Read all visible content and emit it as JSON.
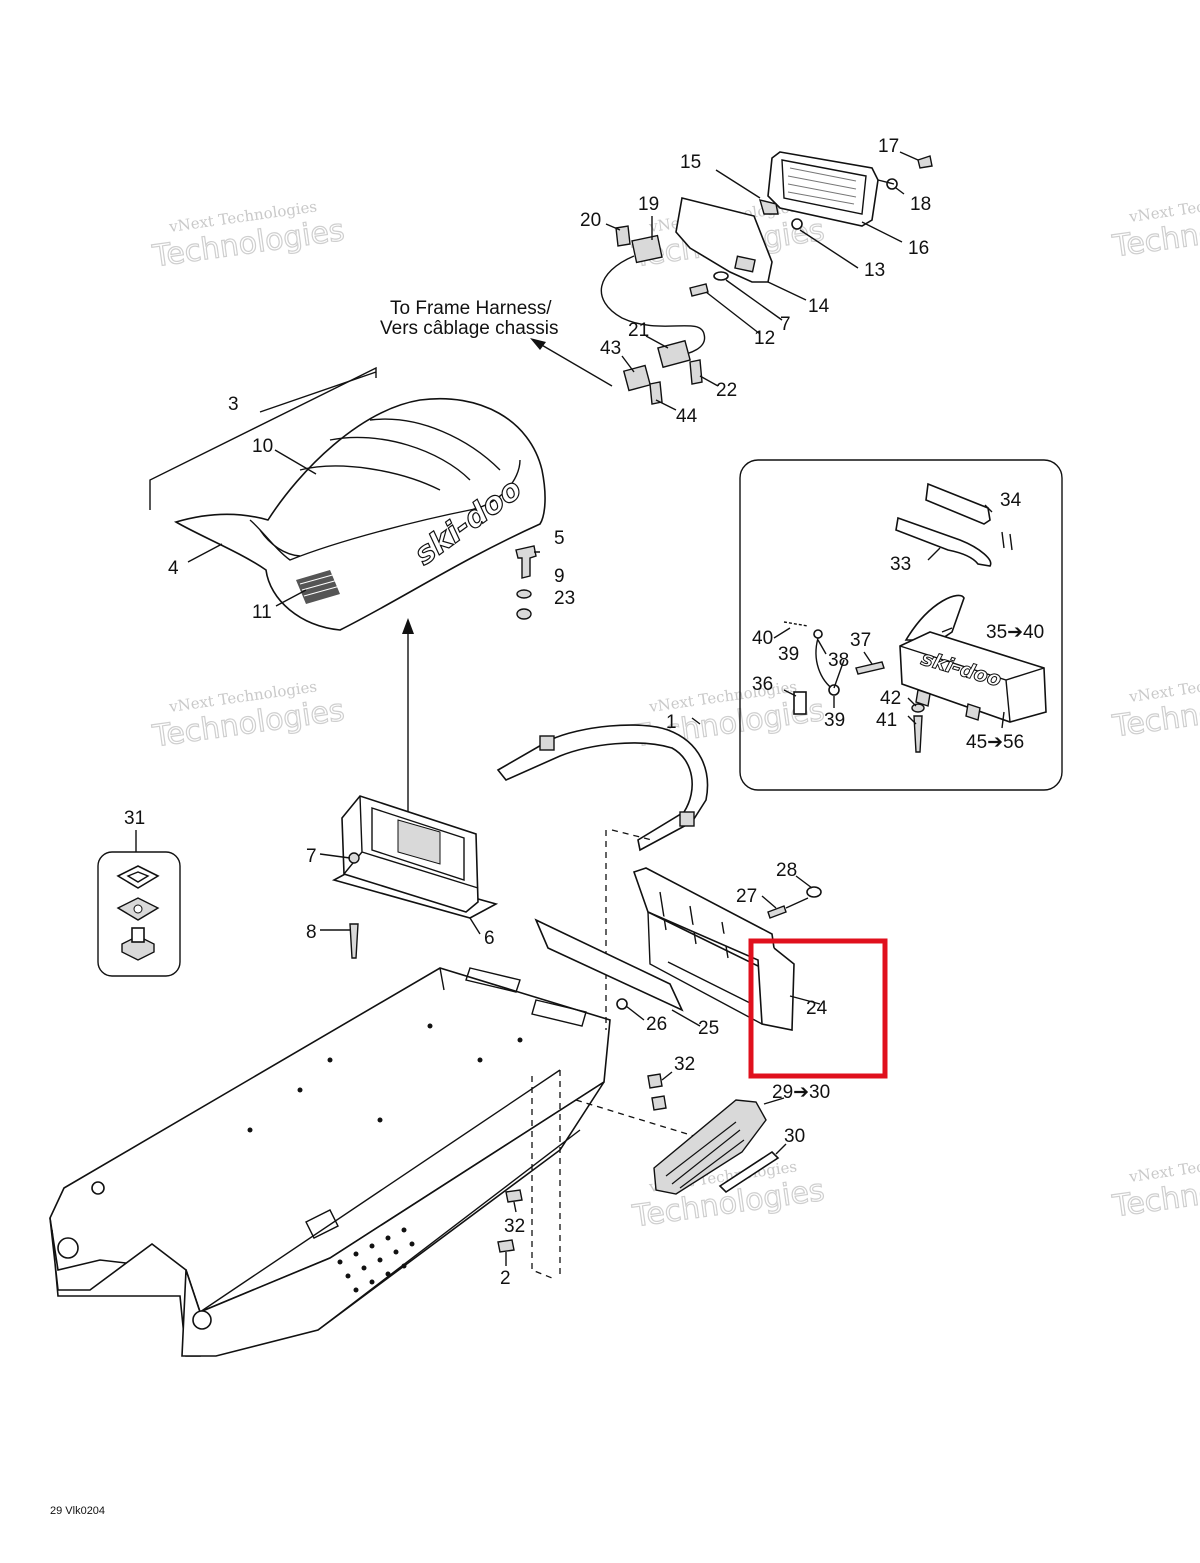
{
  "diagram": {
    "callouts": [
      {
        "id": "c17",
        "text": "17"
      },
      {
        "id": "c15",
        "text": "15"
      },
      {
        "id": "c18",
        "text": "18"
      },
      {
        "id": "c19",
        "text": "19"
      },
      {
        "id": "c20",
        "text": "20"
      },
      {
        "id": "c16",
        "text": "16"
      },
      {
        "id": "c13",
        "text": "13"
      },
      {
        "id": "c14",
        "text": "14"
      },
      {
        "id": "c7a",
        "text": "7"
      },
      {
        "id": "c12",
        "text": "12"
      },
      {
        "id": "c21",
        "text": "21"
      },
      {
        "id": "c43",
        "text": "43"
      },
      {
        "id": "c22",
        "text": "22"
      },
      {
        "id": "c44",
        "text": "44"
      },
      {
        "id": "c3",
        "text": "3"
      },
      {
        "id": "c10",
        "text": "10"
      },
      {
        "id": "c4",
        "text": "4"
      },
      {
        "id": "c11",
        "text": "11"
      },
      {
        "id": "c5",
        "text": "5"
      },
      {
        "id": "c9",
        "text": "9"
      },
      {
        "id": "c23",
        "text": "23"
      },
      {
        "id": "c34",
        "text": "34"
      },
      {
        "id": "c33",
        "text": "33"
      },
      {
        "id": "c40",
        "text": "40"
      },
      {
        "id": "c39a",
        "text": "39"
      },
      {
        "id": "c37",
        "text": "37"
      },
      {
        "id": "c38",
        "text": "38"
      },
      {
        "id": "c3540",
        "text": "35➔40"
      },
      {
        "id": "c36",
        "text": "36"
      },
      {
        "id": "c42",
        "text": "42"
      },
      {
        "id": "c39b",
        "text": "39"
      },
      {
        "id": "c41",
        "text": "41"
      },
      {
        "id": "c4556",
        "text": "45➔56"
      },
      {
        "id": "c1",
        "text": "1"
      },
      {
        "id": "c31",
        "text": "31"
      },
      {
        "id": "c7b",
        "text": "7"
      },
      {
        "id": "c8",
        "text": "8"
      },
      {
        "id": "c6",
        "text": "6"
      },
      {
        "id": "c28",
        "text": "28"
      },
      {
        "id": "c27",
        "text": "27"
      },
      {
        "id": "c24",
        "text": "24"
      },
      {
        "id": "c26",
        "text": "26"
      },
      {
        "id": "c25",
        "text": "25"
      },
      {
        "id": "c32a",
        "text": "32"
      },
      {
        "id": "c2930",
        "text": "29➔30"
      },
      {
        "id": "c30",
        "text": "30"
      },
      {
        "id": "c32b",
        "text": "32"
      },
      {
        "id": "c2",
        "text": "2"
      }
    ],
    "harness_note_line1": "To Frame Harness/",
    "harness_note_line2": "Vers câblage chassis",
    "seat_logo": "ski-doo",
    "box_logo": "ski-doo",
    "drawing_code": "29 Vlk0204",
    "watermark_line1": "vNext Technologies",
    "watermark_line2": "Technologies",
    "highlight_color": "#e0101d"
  }
}
